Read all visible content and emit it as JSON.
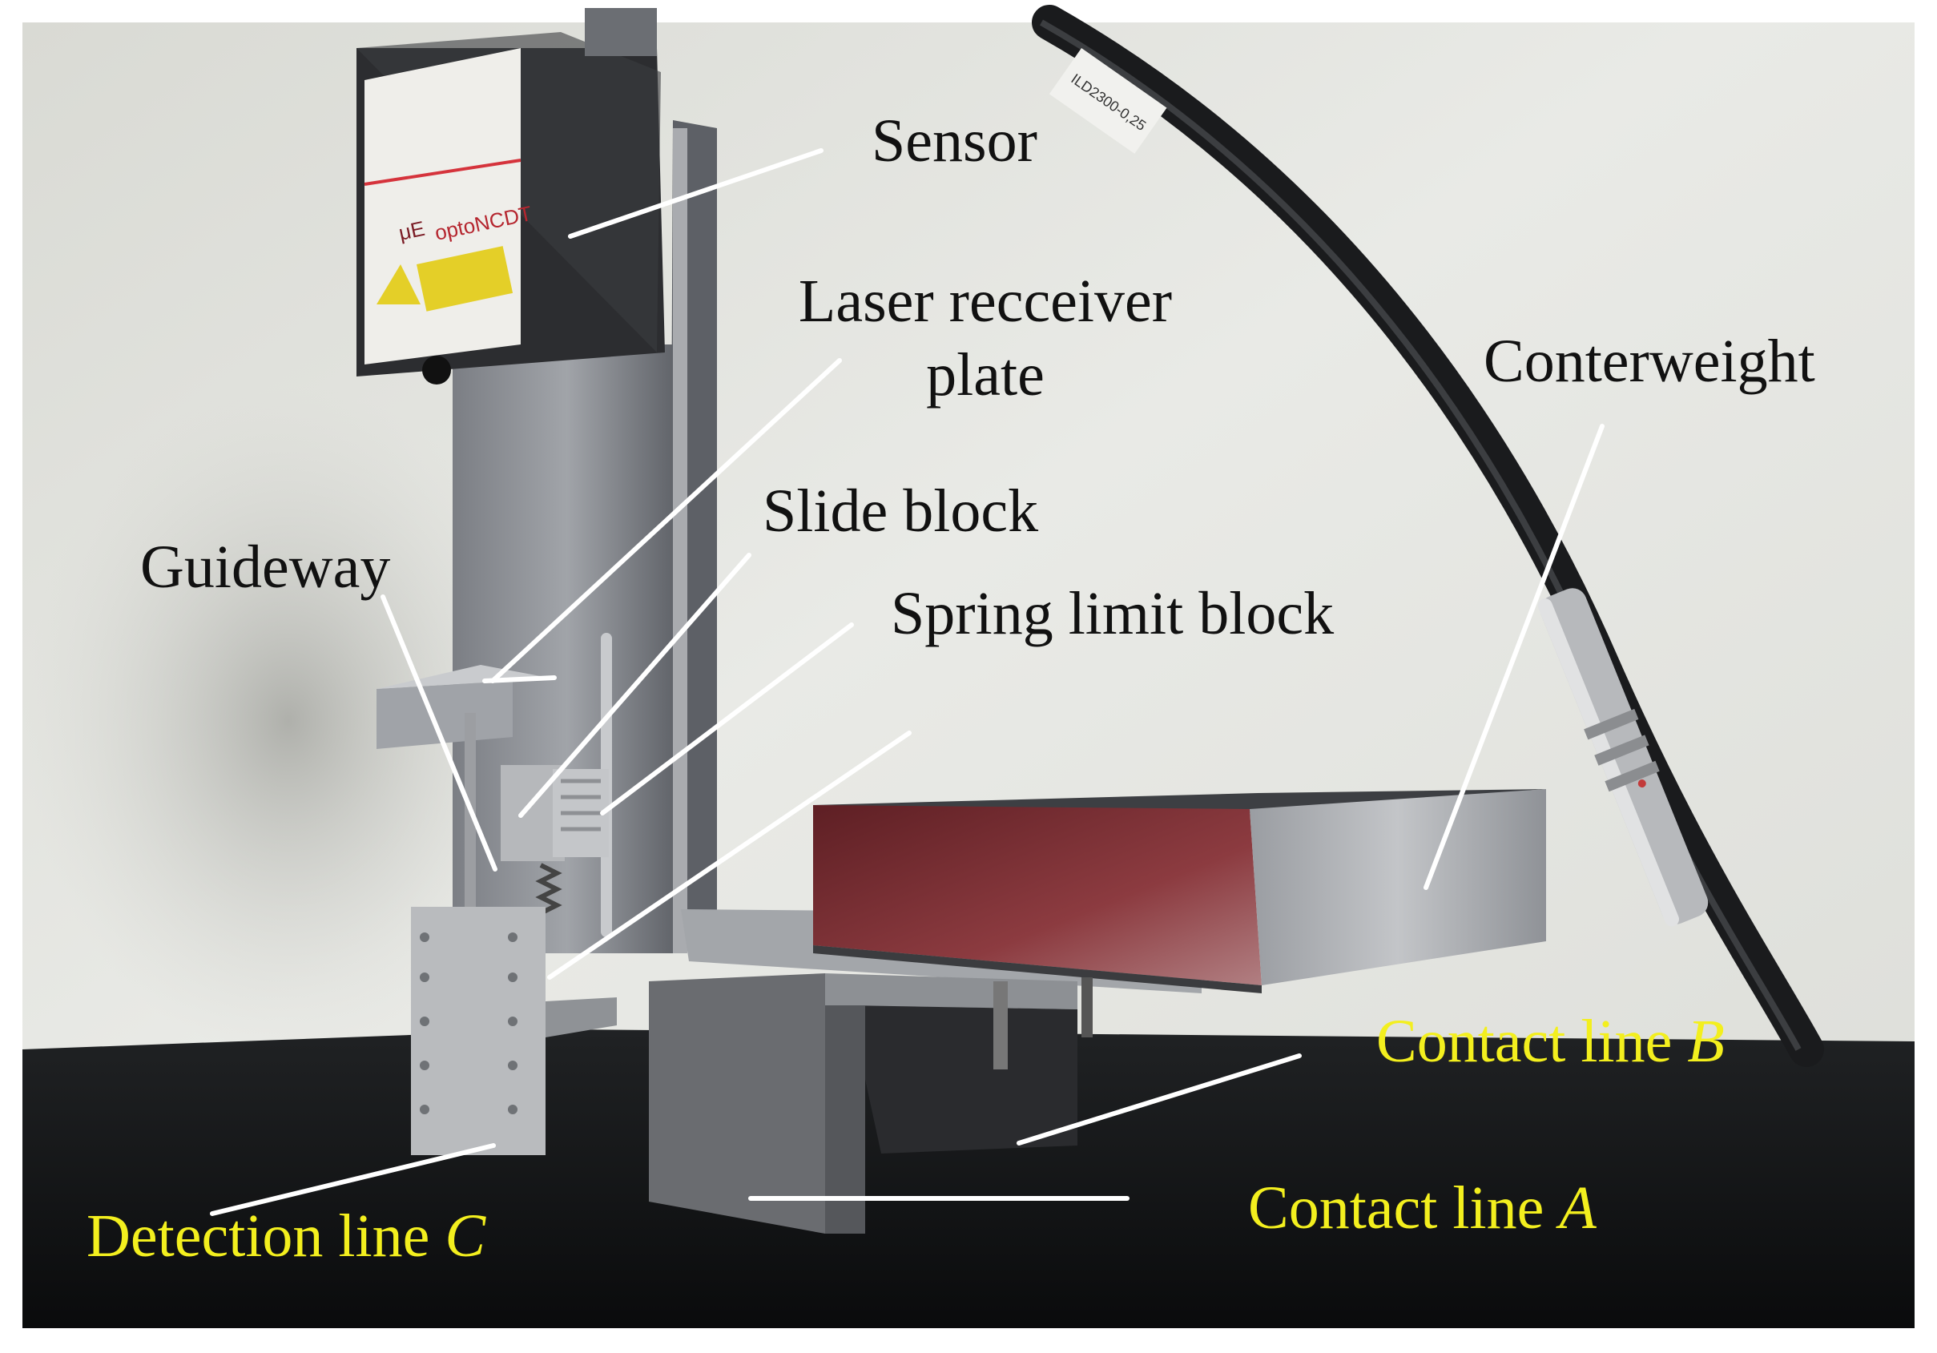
{
  "figure": {
    "labels": {
      "sensor": "Sensor",
      "laser_line1": "Laser recceiver",
      "laser_line2": "plate",
      "slide_block": "Slide block",
      "guideway": "Guideway",
      "spring_limit_block": "Spring limit block",
      "counterweight": "Conterweight",
      "contact_b_text": "Contact line ",
      "contact_b_letter": "B",
      "contact_a_text": "Contact line ",
      "contact_a_letter": "A",
      "detection_c_text": "Detection line ",
      "detection_c_letter": "C"
    },
    "device_print": {
      "brand": "optoNCDT",
      "logo": "μE",
      "cable_tag": "ILD2300-0,25"
    },
    "colors": {
      "label_black": "#111111",
      "label_yellow": "#f3ef1e",
      "leader_line": "#ffffff",
      "wall": "#e4e5e0",
      "table": "#121314",
      "counterweight_top": "#7a2a2e",
      "metal": "#8a8d92"
    }
  }
}
